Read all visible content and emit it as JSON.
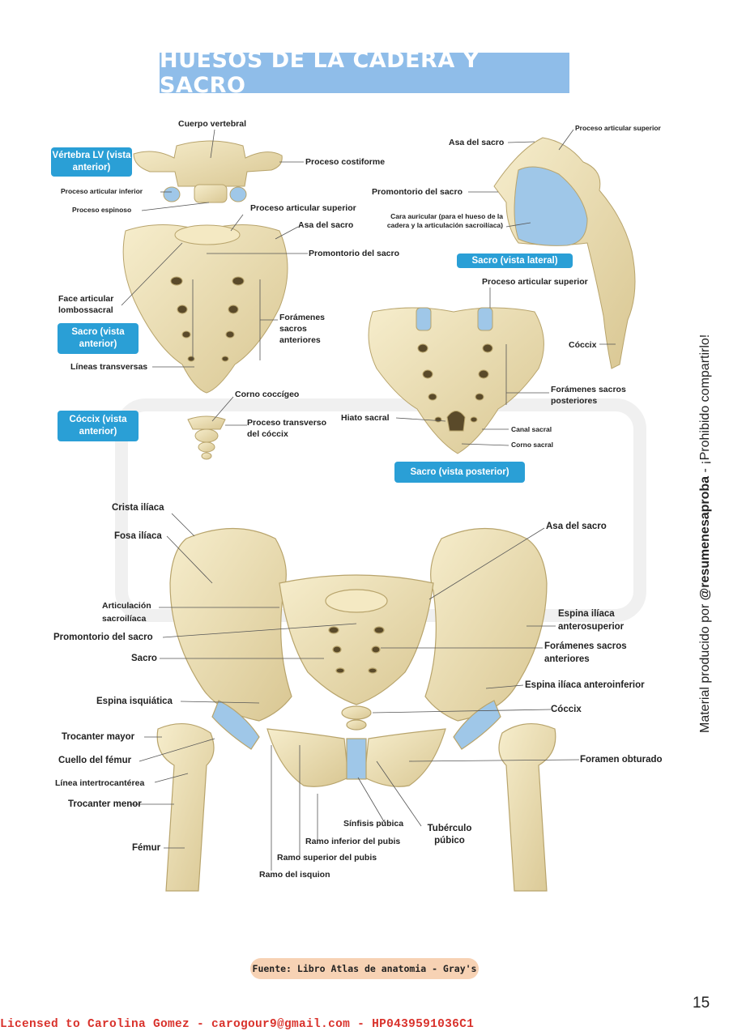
{
  "title": "HUESOS DE LA CADERA Y SACRO",
  "tags": {
    "vertebra": "Vértebra LV (vista anterior)",
    "sacro_anterior": "Sacro (vista anterior)",
    "coccix": "Cóccix (vista anterior)",
    "sacro_lateral": "Sacro (vista lateral)",
    "sacro_posterior": "Sacro (vista posterior)"
  },
  "labels": {
    "cuerpo_vertebral": "Cuerpo vertebral",
    "proceso_costiforme": "Proceso costiforme",
    "proceso_articular_inferior": "Proceso articular inferior",
    "proceso_espinoso": "Proceso espinoso",
    "proceso_articular_superior_a": "Proceso articular superior",
    "asa_sacro_a": "Asa del sacro",
    "promontorio_a": "Promontorio del sacro",
    "face_articular": "Face articular lombossacral",
    "foramenes_anteriores_a": "Forámenes sacros anteriores",
    "lineas_transversas": "Líneas transversas",
    "corno_coccigeo": "Corno coccígeo",
    "proceso_transverso_coccix": "Proceso transverso del cóccix",
    "asa_sacro_l": "Asa del sacro",
    "proceso_articular_superior_l": "Proceso articular superior",
    "promontorio_l": "Promontorio del sacro",
    "cara_auricular": "Cara auricular (para el hueso de la cadera y la articulación sacroilíaca)",
    "proceso_articular_superior_p": "Proceso articular superior",
    "coccix_l": "Cóccix",
    "foramenes_posteriores": "Forámenes sacros posteriores",
    "hiato_sacral": "Hiato sacral",
    "canal_sacral": "Canal sacral",
    "corno_sacral": "Corno sacral",
    "crista_iliaca": "Crista ilíaca",
    "fosa_iliaca": "Fosa ilíaca",
    "articulacion": "Articulación sacroilíaca",
    "promontorio_p": "Promontorio del sacro",
    "sacro": "Sacro",
    "espina_isquiatica": "Espina isquiática",
    "trocanter_mayor": "Trocanter mayor",
    "cuello_femur": "Cuello del fémur",
    "linea_intertrocanterea": "Línea intertrocantérea",
    "trocanter_menor": "Trocanter menor",
    "femur": "Fémur",
    "asa_sacro_p": "Asa del sacro",
    "espina_anterosuperior": "Espina ilíaca anterosuperior",
    "foramenes_anteriores_p": "Forámenes sacros anteriores",
    "espina_anteroinferior": "Espina ilíaca anteroinferior",
    "coccix_p": "Cóccix",
    "foramen_obturado": "Foramen obturado",
    "sinfisis": "Sínfisis púbica",
    "ramo_inferior": "Ramo inferior del pubis",
    "ramo_superior": "Ramo superior del pubis",
    "ramo_isquion": "Ramo del isquion",
    "tuberculo_pubico": "Tubérculo púbico"
  },
  "side_note": {
    "prefix": "Material producido por ",
    "handle": "@resumenesaproba",
    "suffix": " - ¡Prohibido compartirlo!"
  },
  "source": "Fuente: Libro Atlas de anatomia - Gray's",
  "page_number": "15",
  "license": "Licensed to Carolina Gomez - carogour9@gmail.com - HP0439591036C1",
  "colors": {
    "bone": "#efe3b8",
    "bone_shade": "#c9b680",
    "cartilage": "#9fc7e8",
    "title_bg": "#8fbde9",
    "tag_bg": "#2a9fd6",
    "source_bg": "#f7d2b4",
    "license": "#d9322c"
  }
}
